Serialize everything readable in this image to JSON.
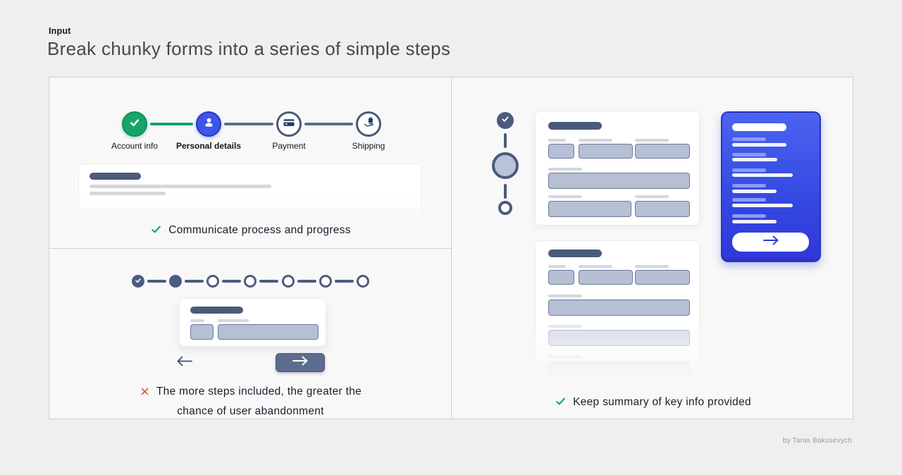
{
  "header": {
    "eyebrow": "Input",
    "title": "Break chunky forms into a series of simple steps"
  },
  "left_top": {
    "steps": [
      {
        "label": "Account info",
        "state": "done",
        "icon": "check-icon"
      },
      {
        "label": "Personal details",
        "state": "active",
        "icon": "user-icon"
      },
      {
        "label": "Payment",
        "state": "upcoming",
        "icon": "credit-card-icon"
      },
      {
        "label": "Shipping",
        "state": "upcoming",
        "icon": "shipping-hand-icon"
      }
    ],
    "caption": "Communicate process and progress"
  },
  "left_bottom": {
    "dots": [
      "done",
      "current",
      "todo",
      "todo",
      "todo",
      "todo",
      "todo"
    ],
    "caption_line1": "The more steps included, the greater the",
    "caption_line2": "chance of user abandonment"
  },
  "right": {
    "vertical_steps": [
      "done",
      "current",
      "todo"
    ],
    "caption": "Keep summary of key info provided"
  },
  "footer": {
    "credit": "by Taras Bakusevych"
  },
  "icons": {
    "good_mark": "check-icon",
    "bad_mark": "cross-icon",
    "back": "arrow-left-icon",
    "next": "arrow-right-icon"
  },
  "colors": {
    "success_check": "#12a186",
    "error_cross": "#d4553a",
    "step_done_green": "#18a368",
    "step_active_blue": "#3d55e8",
    "slate": "#4b5b7d",
    "summary_blue": "#3448e2",
    "skeleton_fill": "#b6bfd3",
    "pill_dark": "#4c5a7a"
  }
}
